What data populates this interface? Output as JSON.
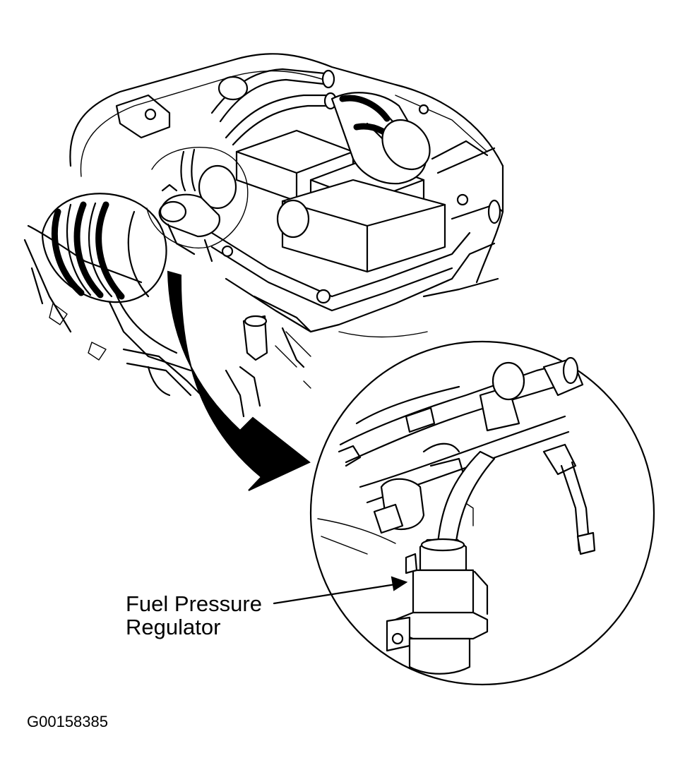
{
  "callout": {
    "line1": "Fuel Pressure",
    "line2": "Regulator"
  },
  "figure_id": "G00158385"
}
